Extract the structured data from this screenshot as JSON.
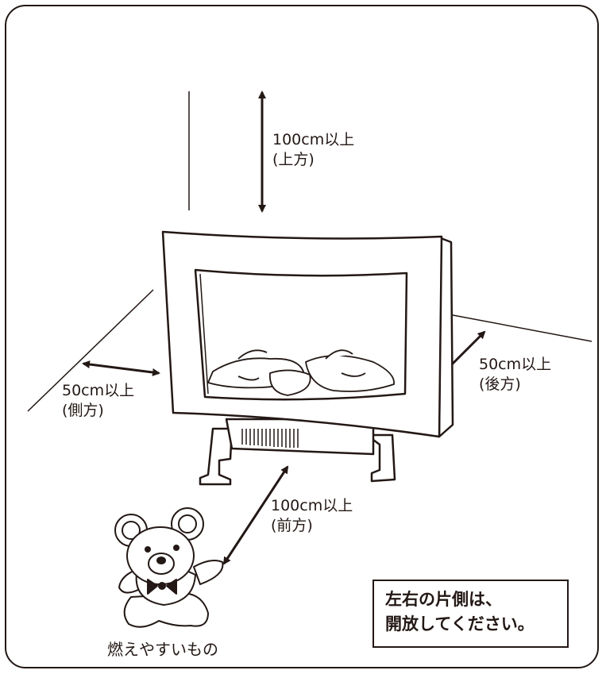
{
  "clearances": {
    "top": {
      "distance": "100cm以上",
      "direction": "(上方)"
    },
    "side": {
      "distance": "50cm以上",
      "direction": "(側方)"
    },
    "back": {
      "distance": "50cm以上",
      "direction": "(後方)"
    },
    "front": {
      "distance": "100cm以上",
      "direction": "(前方)"
    }
  },
  "flammables_label": "燃えやすいもの",
  "note": {
    "line1": "左右の片側は、",
    "line2": "開放してください。"
  },
  "colors": {
    "ink": "#231815",
    "background": "#ffffff"
  }
}
